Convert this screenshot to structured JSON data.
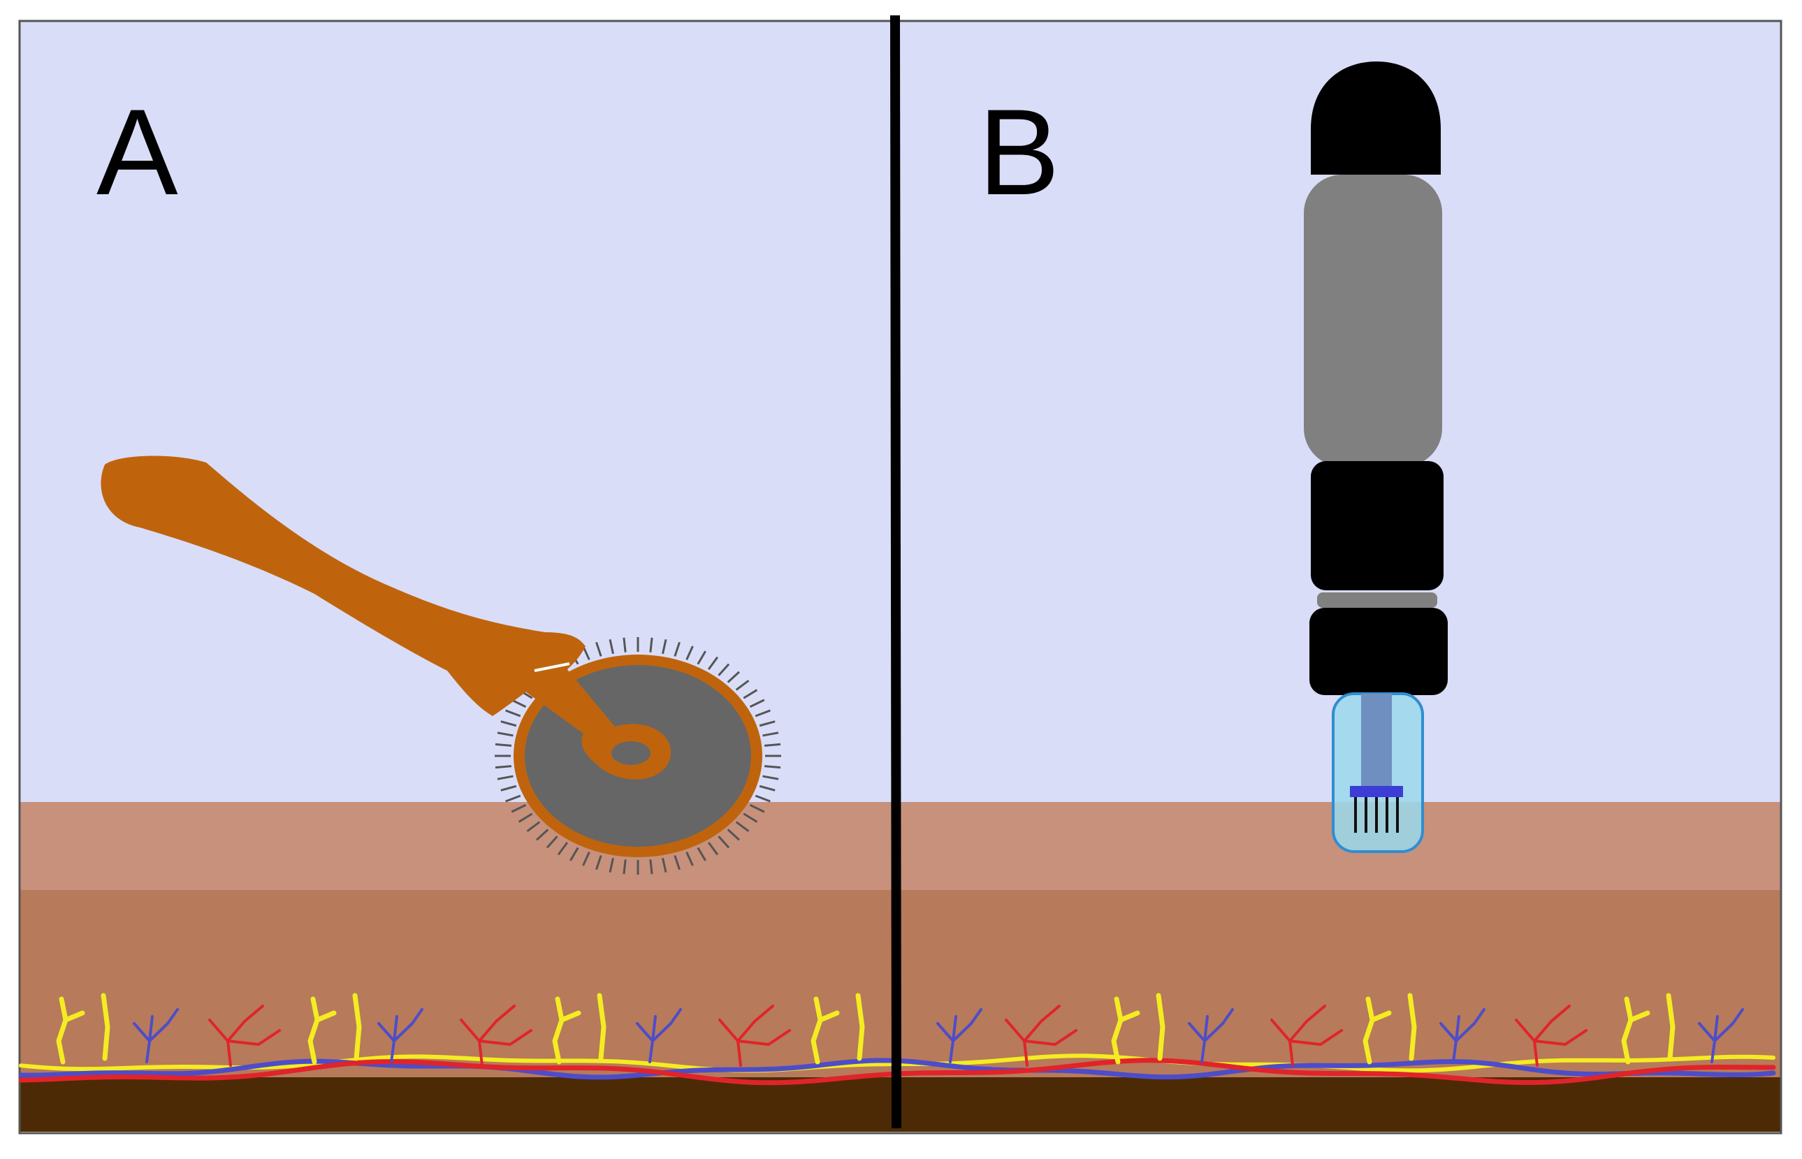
{
  "panels": [
    {
      "label": "A",
      "device": "dermaroller"
    },
    {
      "label": "B",
      "device": "derma-pen"
    }
  ],
  "colors": {
    "background": "#d9ddf8",
    "epidermis": "#c7917c",
    "dermis": "#b77a5a",
    "hypodermis": "#4d2a06",
    "roller": "#bf640d",
    "roller_disc": "#666666",
    "pen_body": "#000000",
    "pen_grip": "#808080",
    "pen_cap": "#9ad8ec",
    "pen_needle_head": "#3b3dd6",
    "nerve": "#f4ec22",
    "artery": "#e0242a",
    "vein": "#4d4dc9",
    "divider": "#000000"
  }
}
